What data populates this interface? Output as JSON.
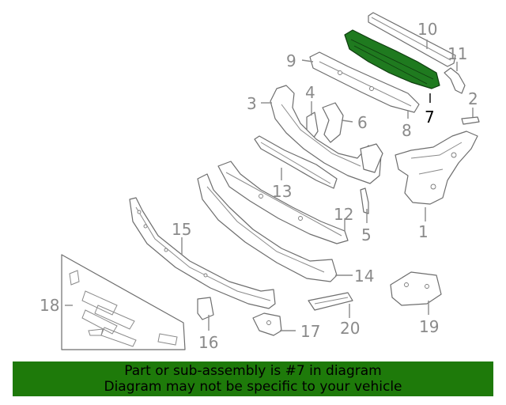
{
  "callouts": [
    {
      "id": "1",
      "label": "1"
    },
    {
      "id": "2",
      "label": "2"
    },
    {
      "id": "3",
      "label": "3"
    },
    {
      "id": "4",
      "label": "4"
    },
    {
      "id": "5",
      "label": "5"
    },
    {
      "id": "6",
      "label": "6"
    },
    {
      "id": "7",
      "label": "7"
    },
    {
      "id": "8",
      "label": "8"
    },
    {
      "id": "9",
      "label": "9"
    },
    {
      "id": "10",
      "label": "10"
    },
    {
      "id": "11",
      "label": "11"
    },
    {
      "id": "12",
      "label": "12"
    },
    {
      "id": "13",
      "label": "13"
    },
    {
      "id": "14",
      "label": "14"
    },
    {
      "id": "15",
      "label": "15"
    },
    {
      "id": "16",
      "label": "16"
    },
    {
      "id": "17",
      "label": "17"
    },
    {
      "id": "18",
      "label": "18"
    },
    {
      "id": "19",
      "label": "19"
    },
    {
      "id": "20",
      "label": "20"
    }
  ],
  "highlighted_part": "7",
  "colors": {
    "highlight": "#1f7a1f",
    "banner": "#1e7a0a",
    "callout": "#8a8a8a"
  },
  "banner": {
    "line1": "Part or sub-assembly is #7 in diagram",
    "line2": "Diagram may not be specific to your vehicle"
  }
}
